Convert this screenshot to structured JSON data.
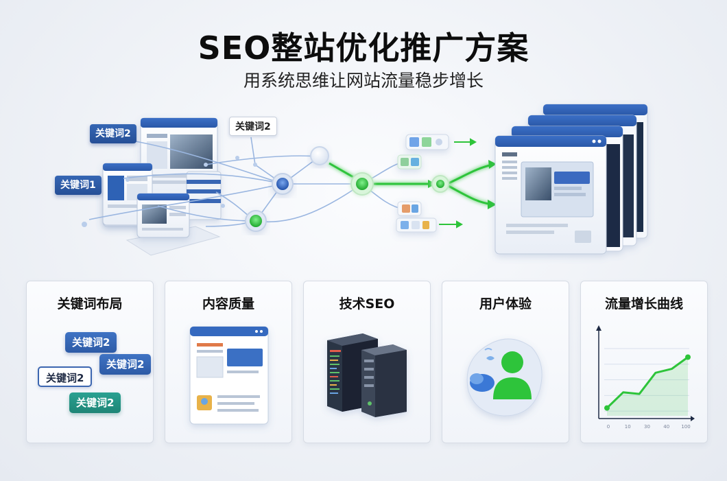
{
  "header": {
    "title": "SEO整站优化推广方案",
    "subtitle": "用系统思维让网站流量稳步增长"
  },
  "hero": {
    "keyword_tags": [
      {
        "text": "关键词2",
        "style": "blue"
      },
      {
        "text": "关键词2",
        "style": "white"
      },
      {
        "text": "关键词1",
        "style": "blue"
      }
    ],
    "colors": {
      "flow_green": "#2ec43a",
      "node_blue": "#2e63c2",
      "line_blue": "#8fb0e0"
    }
  },
  "cards": [
    {
      "title": "关键词布局",
      "icon": "keyword-tags-icon",
      "tags": [
        {
          "text": "关键词2",
          "style": "blue"
        },
        {
          "text": "关键词2",
          "style": "white"
        },
        {
          "text": "关键词2",
          "style": "blue"
        },
        {
          "text": "关键词2",
          "style": "teal"
        }
      ]
    },
    {
      "title": "内容质量",
      "icon": "webpage-content-icon"
    },
    {
      "title": "技术SEO",
      "icon": "server-icon"
    },
    {
      "title": "用户体验",
      "icon": "user-icon"
    },
    {
      "title": "流量增长曲线",
      "icon": "growth-chart-icon",
      "chart": {
        "x_ticks": [
          "0",
          "10",
          "30",
          "40",
          "100"
        ],
        "y_ticks": [
          "",
          "",
          "",
          "",
          ""
        ],
        "values": [
          0.1,
          0.3,
          0.28,
          0.55,
          0.6,
          0.75
        ],
        "color": "#2ec43a"
      }
    }
  ]
}
